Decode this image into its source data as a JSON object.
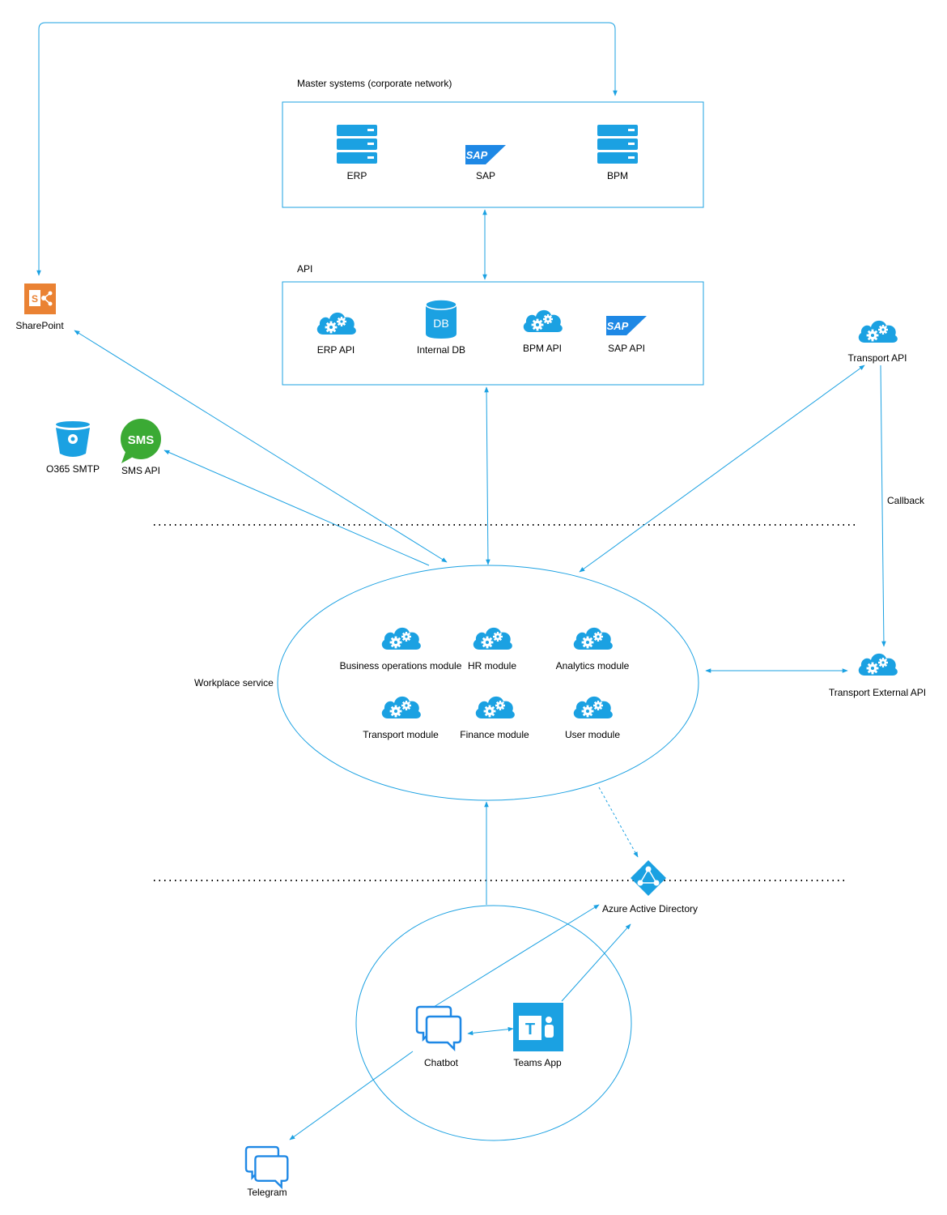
{
  "colors": {
    "connector": "#1BA1E2",
    "server_blue": "#1BA1E2",
    "cloud_blue": "#1BA1E2",
    "sap_blue": "#1E88E5",
    "sharepoint_orange": "#EA8233",
    "sms_green": "#3BAA34",
    "teams_blue": "#1BA1E2",
    "telegram_blue": "#1E88E5",
    "text": "#000000"
  },
  "groups": {
    "master_systems": "Master systems (corporate network)",
    "api": "API",
    "workplace_service": "Workplace service"
  },
  "master": {
    "erp": "ERP",
    "sap": "SAP",
    "bpm": "BPM"
  },
  "api": {
    "erp_api": "ERP API",
    "internal_db": "Internal DB",
    "db_glyph": "DB",
    "bpm_api": "BPM API",
    "sap_api": "SAP API"
  },
  "sap_logo_text": "SAP",
  "external": {
    "sharepoint": "SharePoint",
    "o365_smtp": "O365 SMTP",
    "sms_api": "SMS API",
    "sms_glyph": "SMS",
    "transport_api": "Transport API",
    "transport_external_api": "Transport External API",
    "callback": "Callback",
    "azure_ad": "Azure Active Directory",
    "telegram": "Telegram"
  },
  "modules": {
    "business_operations": "Business operations module",
    "hr": "HR module",
    "analytics": "Analytics module",
    "transport": "Transport module",
    "finance": "Finance module",
    "user": "User module"
  },
  "clients": {
    "chatbot": "Chatbot",
    "teams_app": "Teams App"
  }
}
